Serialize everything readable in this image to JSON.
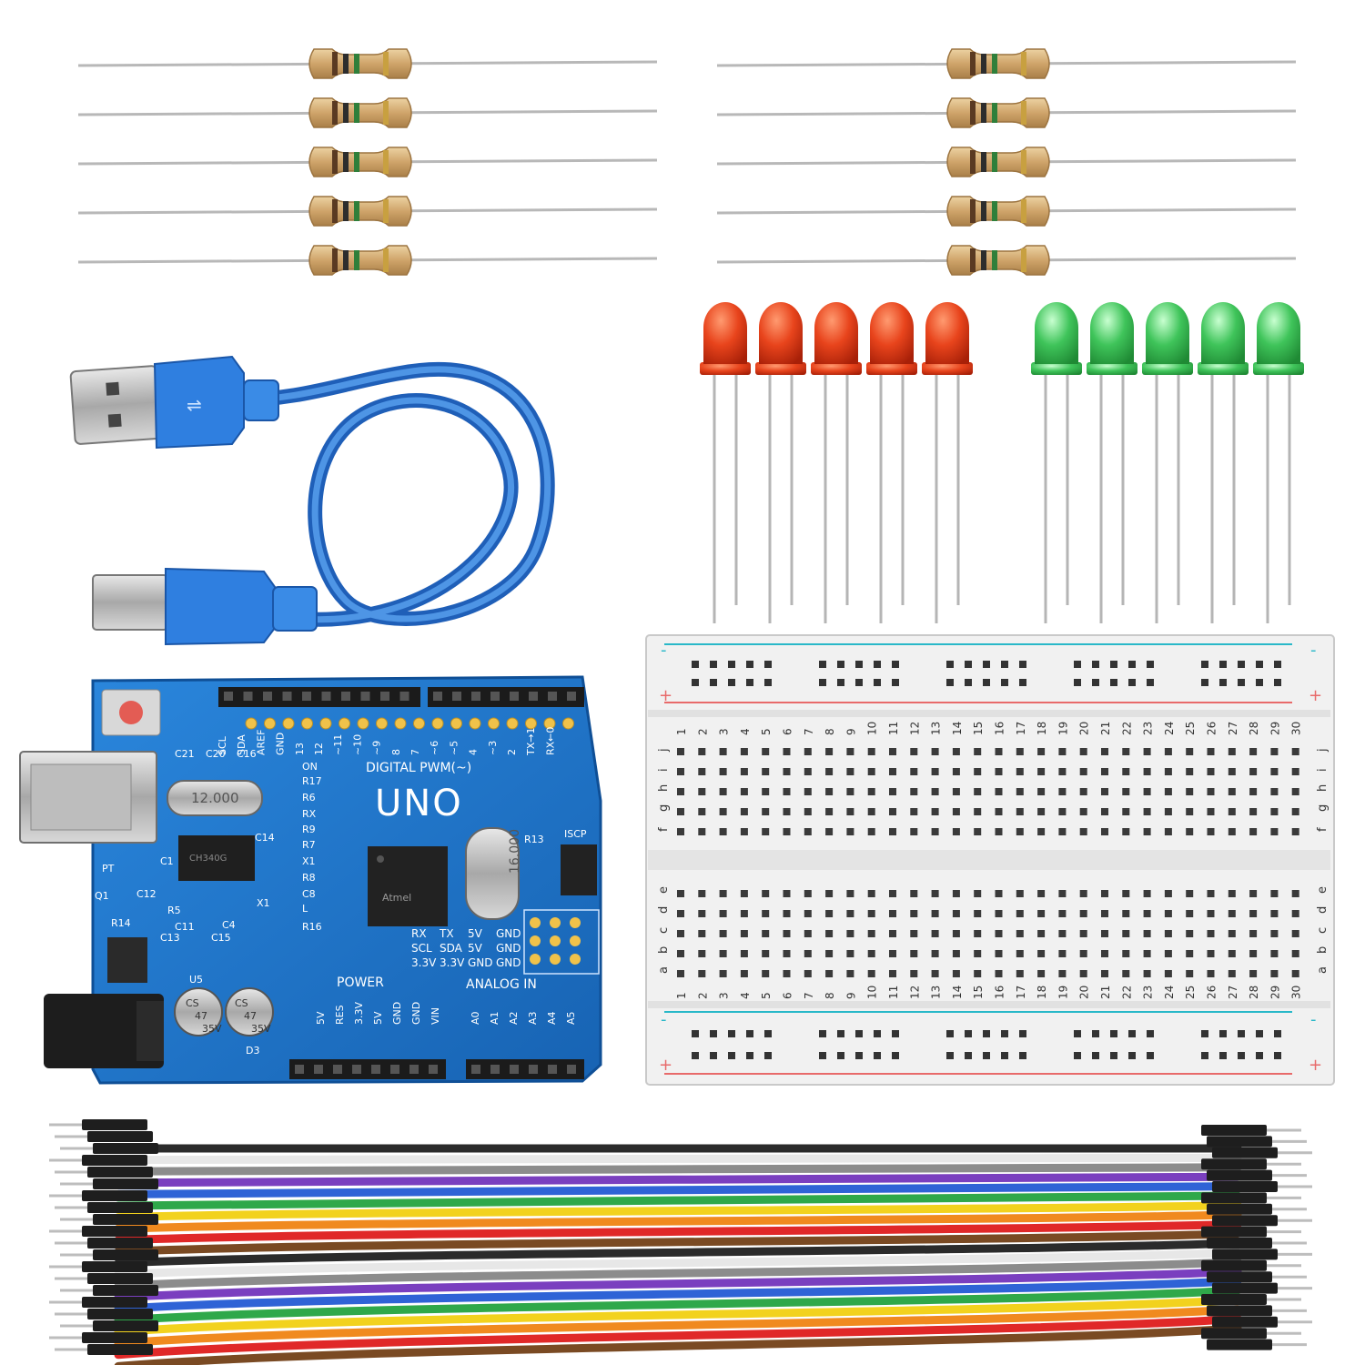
{
  "colors": {
    "board": "#1e74c9",
    "board_dark": "#0f4f96",
    "cable": "#2f7fe0",
    "resistor": "#d6b07a",
    "led_red": "#e8441c",
    "led_green": "#3fc45a",
    "breadboard": "#ececec"
  },
  "wire_colors": [
    "#2b2b2b",
    "#ffffff",
    "#8c8c8c",
    "#7a3fbf",
    "#2f63d6",
    "#2fa84a",
    "#f2d21e",
    "#f08a1f",
    "#e02828",
    "#7a4a23",
    "#2b2b2b",
    "#ffffff",
    "#8c8c8c",
    "#7a3fbf",
    "#2f63d6",
    "#2fa84a",
    "#f2d21e",
    "#f08a1f",
    "#e02828",
    "#7a4a23"
  ],
  "led_counts": {
    "red": 5,
    "green": 5
  },
  "resistor_count": 10,
  "board": {
    "model": "UNO",
    "crystal_small": "12.000",
    "crystal_large": "16.000",
    "digital_label": "DIGITAL PWM(~)",
    "header_top_labels": [
      "SCL",
      "SDA",
      "AREF",
      "GND",
      "13",
      "12",
      "~11",
      "~10",
      "~9",
      "8",
      "7",
      "~6",
      "~5",
      "4",
      "~3",
      "2",
      "TX→1",
      "RX←0"
    ],
    "silk_left": [
      "C21",
      "C20",
      "C16",
      "ON",
      "R17",
      "R6",
      "RX",
      "R9",
      "R7",
      "X1",
      "R8",
      "C8",
      "L",
      "R16",
      "C14",
      "C1",
      "C12",
      "C11",
      "C4",
      "C13",
      "C15",
      "U5",
      "R14",
      "R5",
      "PT",
      "X1",
      "D3",
      "R13",
      "ISCP",
      "Q1"
    ],
    "icsp_labels": [
      "RX",
      "TX",
      "5V",
      "GND",
      "SCL",
      "SDA",
      "5V",
      "GND",
      "3.3V",
      "3.3V",
      "GND",
      "GND"
    ],
    "power_label": "POWER",
    "analog_label": "ANALOG IN",
    "power_pins": [
      "5V",
      "RES",
      "3.3V",
      "5V",
      "GND",
      "GND",
      "VIN"
    ],
    "analog_pins": [
      "A0",
      "A1",
      "A2",
      "A3",
      "A4",
      "A5"
    ],
    "cap_text": [
      "CS",
      "47",
      "35V"
    ]
  },
  "breadboard": {
    "columns": [
      "1",
      "2",
      "3",
      "4",
      "5",
      "6",
      "7",
      "8",
      "9",
      "10",
      "11",
      "12",
      "13",
      "14",
      "15",
      "16",
      "17",
      "18",
      "19",
      "20",
      "21",
      "22",
      "23",
      "24",
      "25",
      "26",
      "27",
      "28",
      "29",
      "30"
    ],
    "rows_top": [
      "j",
      "i",
      "h",
      "g",
      "f"
    ],
    "rows_bottom": [
      "e",
      "d",
      "c",
      "b",
      "a"
    ],
    "rail_minus": "-",
    "rail_plus": "+"
  }
}
